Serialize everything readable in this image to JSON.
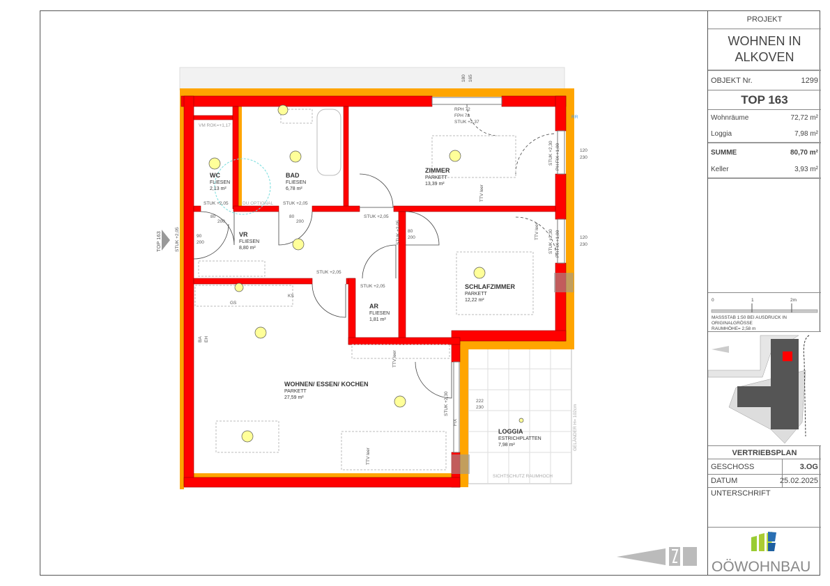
{
  "plan": {
    "top_label": "TOP 163",
    "rooms": [
      {
        "name": "WC",
        "floor": "FLIESEN",
        "area": "2,13 m²"
      },
      {
        "name": "BAD",
        "floor": "FLIESEN",
        "area": "6,78 m²"
      },
      {
        "name": "ZIMMER",
        "floor": "PARKETT",
        "area": "13,39 m²"
      },
      {
        "name": "VR",
        "floor": "FLIESEN",
        "area": "8,80 m²"
      },
      {
        "name": "SCHLAFZIMMER",
        "floor": "PARKETT",
        "area": "12,22 m²"
      },
      {
        "name": "AR",
        "floor": "FLIESEN",
        "area": "1,81 m²"
      },
      {
        "name": "WOHNEN/ ESSEN/ KOCHEN",
        "floor": "PARKETT",
        "area": "27,59 m²"
      },
      {
        "name": "LOGGIA",
        "floor": "ESTRICHPLATTEN",
        "area": "7,98 m²"
      }
    ],
    "annotations": {
      "vm_rok": "VM ROK=+1,17",
      "du_optional": "DU OPTIONAL",
      "stuk_205": "STUK +2,05",
      "stuk_230": "STUK +2,30",
      "stuk_237": "STUK +2,37",
      "rph": "RPH 72",
      "fph": "FPH 78",
      "d180": "180",
      "d165": "165",
      "d80": "80",
      "d200": "200",
      "d90": "90",
      "d120": "120",
      "d230": "230",
      "d222": "222",
      "ph_fix": "PH FIX +1,00",
      "fix": "FIX",
      "ttv": "TTV leer",
      "gs": "GS",
      "ks": "KS",
      "ba": "BA",
      "eh": "EH",
      "rr": "RR",
      "gelaender": "GELÄNDER H= 102cm",
      "sichtschutz": "SICHTSCHUTZ RAUMHOCH"
    }
  },
  "title_block": {
    "projekt_label": "PROJEKT",
    "projekt_line1": "WOHNEN IN",
    "projekt_line2": "ALKOVEN",
    "objekt_label": "OBJEKT Nr.",
    "objekt_value": "1299",
    "top": "TOP 163",
    "areas": [
      {
        "label": "Wohnräume",
        "value": "72,72 m²"
      },
      {
        "label": "Loggia",
        "value": "7,98 m²"
      },
      {
        "label": "SUMME",
        "value": "80,70 m²"
      },
      {
        "label": "Keller",
        "value": "3,93 m²"
      }
    ],
    "scale": {
      "t0": "0",
      "t1": "1",
      "t2": "2m",
      "line1": "MASSSTAB  1:50  BEI  AUSDRUCK  IN",
      "line2": "ORIGINALGRÖSSE",
      "line3": "RAUMHÖHE= 2,58 m"
    },
    "plan_type": "VERTRIEBSPLAN",
    "geschoss_label": "GESCHOSS",
    "geschoss_value": "3.OG",
    "datum_label": "DATUM",
    "datum_value": "25.02.2025",
    "unterschrift_label": "UNTERSCHRIFT",
    "logo_text": "OÖWOHNBAU"
  },
  "colors": {
    "wall": "#ff0000",
    "insulation": "#ffa500",
    "light": "#ffff99",
    "text": "#333333"
  }
}
